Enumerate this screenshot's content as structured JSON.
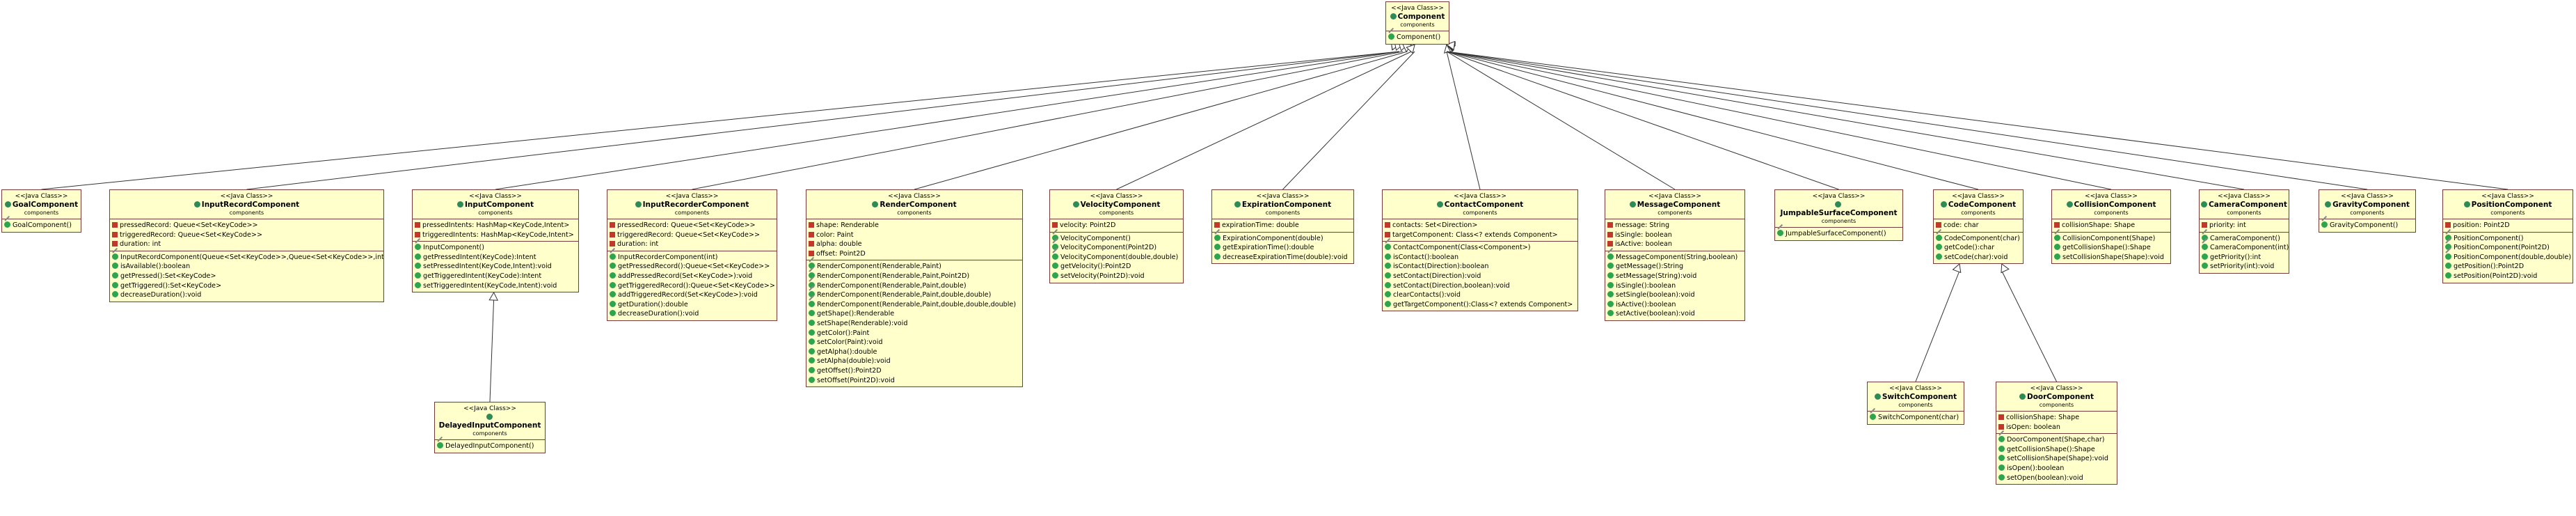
{
  "stereotype": "<<Java Class>>",
  "package": "components",
  "classes": [
    {
      "id": "Component",
      "name": "Component",
      "attributes": [],
      "methods": [
        {
          "v": "ctor",
          "t": "Component()"
        }
      ]
    },
    {
      "id": "GoalComponent",
      "name": "GoalComponent",
      "attributes": [],
      "methods": [
        {
          "v": "ctor",
          "t": "GoalComponent()"
        }
      ]
    },
    {
      "id": "InputRecordComponent",
      "name": "InputRecordComponent",
      "attributes": [
        {
          "v": "private",
          "t": "pressedRecord: Queue<Set<KeyCode>>"
        },
        {
          "v": "private",
          "t": "triggeredRecord: Queue<Set<KeyCode>>"
        },
        {
          "v": "private",
          "t": "duration: int"
        }
      ],
      "methods": [
        {
          "v": "ctor",
          "t": "InputRecordComponent(Queue<Set<KeyCode>>,Queue<Set<KeyCode>>,int)"
        },
        {
          "v": "public",
          "t": "isAvailable():boolean"
        },
        {
          "v": "public",
          "t": "getPressed():Set<KeyCode>"
        },
        {
          "v": "public",
          "t": "getTriggered():Set<KeyCode>"
        },
        {
          "v": "public",
          "t": "decreaseDuration():void"
        }
      ]
    },
    {
      "id": "InputComponent",
      "name": "InputComponent",
      "attributes": [
        {
          "v": "private",
          "t": "pressedIntents: HashMap<KeyCode,Intent>"
        },
        {
          "v": "private",
          "t": "triggeredIntents: HashMap<KeyCode,Intent>"
        }
      ],
      "methods": [
        {
          "v": "ctor",
          "t": "InputComponent()"
        },
        {
          "v": "public",
          "t": "getPressedIntent(KeyCode):Intent"
        },
        {
          "v": "public",
          "t": "setPressedIntent(KeyCode,Intent):void"
        },
        {
          "v": "public",
          "t": "getTriggeredIntent(KeyCode):Intent"
        },
        {
          "v": "public",
          "t": "setTriggeredIntent(KeyCode,Intent):void"
        }
      ]
    },
    {
      "id": "InputRecorderComponent",
      "name": "InputRecorderComponent",
      "attributes": [
        {
          "v": "private",
          "t": "pressedRecord: Queue<Set<KeyCode>>"
        },
        {
          "v": "private",
          "t": "triggeredRecord: Queue<Set<KeyCode>>"
        },
        {
          "v": "private",
          "t": "duration: int"
        }
      ],
      "methods": [
        {
          "v": "ctor",
          "t": "InputRecorderComponent(int)"
        },
        {
          "v": "public",
          "t": "getPressedRecord():Queue<Set<KeyCode>>"
        },
        {
          "v": "public",
          "t": "addPressedRecord(Set<KeyCode>):void"
        },
        {
          "v": "public",
          "t": "getTriggeredRecord():Queue<Set<KeyCode>>"
        },
        {
          "v": "public",
          "t": "addTriggeredRecord(Set<KeyCode>):void"
        },
        {
          "v": "public",
          "t": "getDuration():double"
        },
        {
          "v": "public",
          "t": "decreaseDuration():void"
        }
      ]
    },
    {
      "id": "RenderComponent",
      "name": "RenderComponent",
      "attributes": [
        {
          "v": "private",
          "t": "shape: Renderable"
        },
        {
          "v": "private",
          "t": "color: Paint"
        },
        {
          "v": "private",
          "t": "alpha: double"
        },
        {
          "v": "private",
          "t": "offset: Point2D"
        }
      ],
      "methods": [
        {
          "v": "ctor",
          "t": "RenderComponent(Renderable,Paint)"
        },
        {
          "v": "ctor",
          "t": "RenderComponent(Renderable,Paint,Point2D)"
        },
        {
          "v": "ctor",
          "t": "RenderComponent(Renderable,Paint,double)"
        },
        {
          "v": "ctor",
          "t": "RenderComponent(Renderable,Paint,double,double)"
        },
        {
          "v": "ctor",
          "t": "RenderComponent(Renderable,Paint,double,double,double)"
        },
        {
          "v": "public",
          "t": "getShape():Renderable"
        },
        {
          "v": "public",
          "t": "setShape(Renderable):void"
        },
        {
          "v": "public",
          "t": "getColor():Paint"
        },
        {
          "v": "public",
          "t": "setColor(Paint):void"
        },
        {
          "v": "public",
          "t": "getAlpha():double"
        },
        {
          "v": "public",
          "t": "setAlpha(double):void"
        },
        {
          "v": "public",
          "t": "getOffset():Point2D"
        },
        {
          "v": "public",
          "t": "setOffset(Point2D):void"
        }
      ]
    },
    {
      "id": "VelocityComponent",
      "name": "VelocityComponent",
      "attributes": [
        {
          "v": "private",
          "t": "velocity: Point2D"
        }
      ],
      "methods": [
        {
          "v": "ctor",
          "t": "VelocityComponent()"
        },
        {
          "v": "ctor",
          "t": "VelocityComponent(Point2D)"
        },
        {
          "v": "ctor",
          "t": "VelocityComponent(double,double)"
        },
        {
          "v": "public",
          "t": "getVelocity():Point2D"
        },
        {
          "v": "public",
          "t": "setVelocity(Point2D):void"
        }
      ]
    },
    {
      "id": "ExpirationComponent",
      "name": "ExpirationComponent",
      "attributes": [
        {
          "v": "private",
          "t": "expirationTime: double"
        }
      ],
      "methods": [
        {
          "v": "ctor",
          "t": "ExpirationComponent(double)"
        },
        {
          "v": "public",
          "t": "getExpirationTime():double"
        },
        {
          "v": "public",
          "t": "decreaseExpirationTime(double):void"
        }
      ]
    },
    {
      "id": "ContactComponent",
      "name": "ContactComponent",
      "attributes": [
        {
          "v": "private",
          "t": "contacts: Set<Direction>"
        },
        {
          "v": "private",
          "t": "targetComponent: Class<? extends Component>"
        }
      ],
      "methods": [
        {
          "v": "ctor",
          "t": "ContactComponent(Class<Component>)"
        },
        {
          "v": "public",
          "t": "isContact():boolean"
        },
        {
          "v": "public",
          "t": "isContact(Direction):boolean"
        },
        {
          "v": "public",
          "t": "setContact(Direction):void"
        },
        {
          "v": "public",
          "t": "setContact(Direction,boolean):void"
        },
        {
          "v": "public",
          "t": "clearContacts():void"
        },
        {
          "v": "public",
          "t": "getTargetComponent():Class<? extends Component>"
        }
      ]
    },
    {
      "id": "MessageComponent",
      "name": "MessageComponent",
      "attributes": [
        {
          "v": "private",
          "t": "message: String"
        },
        {
          "v": "private",
          "t": "isSingle: boolean"
        },
        {
          "v": "private",
          "t": "isActive: boolean"
        }
      ],
      "methods": [
        {
          "v": "ctor",
          "t": "MessageComponent(String,boolean)"
        },
        {
          "v": "public",
          "t": "getMessage():String"
        },
        {
          "v": "public",
          "t": "setMessage(String):void"
        },
        {
          "v": "public",
          "t": "isSingle():boolean"
        },
        {
          "v": "public",
          "t": "setSingle(boolean):void"
        },
        {
          "v": "public",
          "t": "isActive():boolean"
        },
        {
          "v": "public",
          "t": "setActive(boolean):void"
        }
      ]
    },
    {
      "id": "JumpableSurfaceComponent",
      "name": "JumpableSurfaceComponent",
      "attributes": [],
      "methods": [
        {
          "v": "ctor",
          "t": "JumpableSurfaceComponent()"
        }
      ]
    },
    {
      "id": "CodeComponent",
      "name": "CodeComponent",
      "attributes": [
        {
          "v": "private",
          "t": "code: char"
        }
      ],
      "methods": [
        {
          "v": "ctor",
          "t": "CodeComponent(char)"
        },
        {
          "v": "public",
          "t": "getCode():char"
        },
        {
          "v": "public",
          "t": "setCode(char):void"
        }
      ]
    },
    {
      "id": "CollisionComponent",
      "name": "CollisionComponent",
      "attributes": [
        {
          "v": "private",
          "t": "collisionShape: Shape"
        }
      ],
      "methods": [
        {
          "v": "ctor",
          "t": "CollisionComponent(Shape)"
        },
        {
          "v": "public",
          "t": "getCollisionShape():Shape"
        },
        {
          "v": "public",
          "t": "setCollisionShape(Shape):void"
        }
      ]
    },
    {
      "id": "CameraComponent",
      "name": "CameraComponent",
      "attributes": [
        {
          "v": "private",
          "t": "priority: int"
        }
      ],
      "methods": [
        {
          "v": "ctor",
          "t": "CameraComponent()"
        },
        {
          "v": "ctor",
          "t": "CameraComponent(int)"
        },
        {
          "v": "public",
          "t": "getPriority():int"
        },
        {
          "v": "public",
          "t": "setPriority(int):void"
        }
      ]
    },
    {
      "id": "GravityComponent",
      "name": "GravityComponent",
      "attributes": [],
      "methods": [
        {
          "v": "ctor",
          "t": "GravityComponent()"
        }
      ]
    },
    {
      "id": "PositionComponent",
      "name": "PositionComponent",
      "attributes": [
        {
          "v": "private",
          "t": "position: Point2D"
        }
      ],
      "methods": [
        {
          "v": "ctor",
          "t": "PositionComponent()"
        },
        {
          "v": "ctor",
          "t": "PositionComponent(Point2D)"
        },
        {
          "v": "ctor",
          "t": "PositionComponent(double,double)"
        },
        {
          "v": "public",
          "t": "getPosition():Point2D"
        },
        {
          "v": "public",
          "t": "setPosition(Point2D):void"
        }
      ]
    },
    {
      "id": "DelayedInputComponent",
      "name": "DelayedInputComponent",
      "attributes": [],
      "methods": [
        {
          "v": "ctor",
          "t": "DelayedInputComponent()"
        }
      ]
    },
    {
      "id": "SwitchComponent",
      "name": "SwitchComponent",
      "attributes": [],
      "methods": [
        {
          "v": "ctor",
          "t": "SwitchComponent(char)"
        }
      ]
    },
    {
      "id": "DoorComponent",
      "name": "DoorComponent",
      "attributes": [
        {
          "v": "private",
          "t": "collisionShape: Shape"
        },
        {
          "v": "private",
          "t": "isOpen: boolean"
        }
      ],
      "methods": [
        {
          "v": "ctor",
          "t": "DoorComponent(Shape,char)"
        },
        {
          "v": "public",
          "t": "getCollisionShape():Shape"
        },
        {
          "v": "public",
          "t": "setCollisionShape(Shape):void"
        },
        {
          "v": "public",
          "t": "isOpen():boolean"
        },
        {
          "v": "public",
          "t": "setOpen(boolean):void"
        }
      ]
    }
  ],
  "inheritance": [
    [
      "GoalComponent",
      "Component"
    ],
    [
      "InputRecordComponent",
      "Component"
    ],
    [
      "InputComponent",
      "Component"
    ],
    [
      "InputRecorderComponent",
      "Component"
    ],
    [
      "RenderComponent",
      "Component"
    ],
    [
      "VelocityComponent",
      "Component"
    ],
    [
      "ExpirationComponent",
      "Component"
    ],
    [
      "ContactComponent",
      "Component"
    ],
    [
      "MessageComponent",
      "Component"
    ],
    [
      "JumpableSurfaceComponent",
      "Component"
    ],
    [
      "CodeComponent",
      "Component"
    ],
    [
      "CollisionComponent",
      "Component"
    ],
    [
      "CameraComponent",
      "Component"
    ],
    [
      "GravityComponent",
      "Component"
    ],
    [
      "PositionComponent",
      "Component"
    ],
    [
      "DelayedInputComponent",
      "InputComponent"
    ],
    [
      "SwitchComponent",
      "CodeComponent"
    ],
    [
      "DoorComponent",
      "CodeComponent"
    ]
  ]
}
